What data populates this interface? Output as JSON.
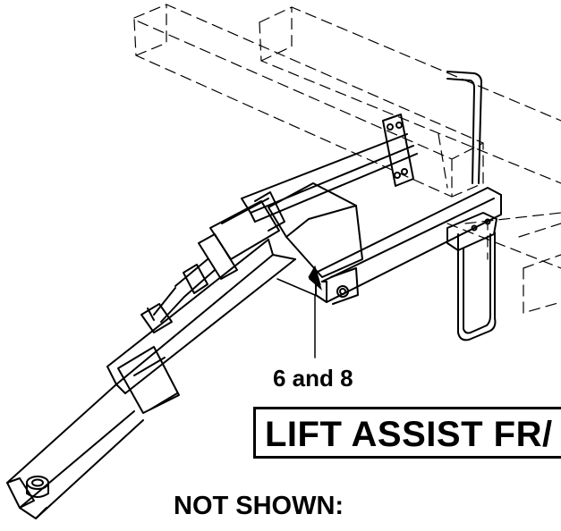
{
  "callout": {
    "label": "6 and 8"
  },
  "title_box": {
    "text": "LIFT ASSIST FR/"
  },
  "note": {
    "label": "NOT SHOWN:"
  },
  "colors": {
    "ink": "#000000",
    "paper": "#ffffff"
  }
}
